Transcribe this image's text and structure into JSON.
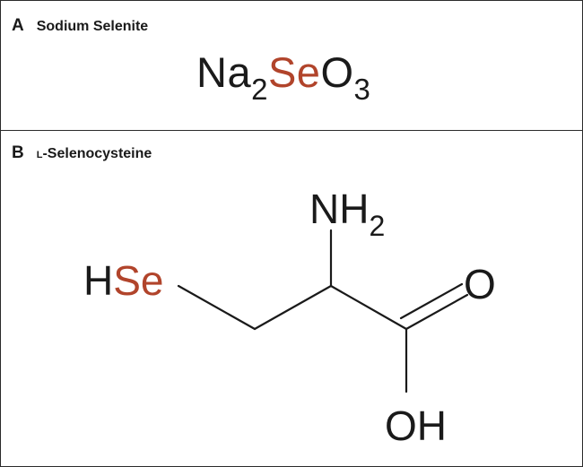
{
  "panel_a": {
    "letter": "A",
    "title": "Sodium Selenite",
    "formula": {
      "na": "Na",
      "na_count": "2",
      "se": "Se",
      "o": "O",
      "o_count": "3"
    }
  },
  "panel_b": {
    "letter": "B",
    "title_prefix": "l",
    "title_rest": "-Selenocysteine",
    "atoms": {
      "h_se": "H",
      "se": "Se",
      "n": "NH",
      "n_count": "2",
      "o_double": "O",
      "oh": "OH"
    }
  },
  "colors": {
    "selenium": "#b1442b",
    "text": "#1a1a1a",
    "border": "#2b2b2b"
  }
}
